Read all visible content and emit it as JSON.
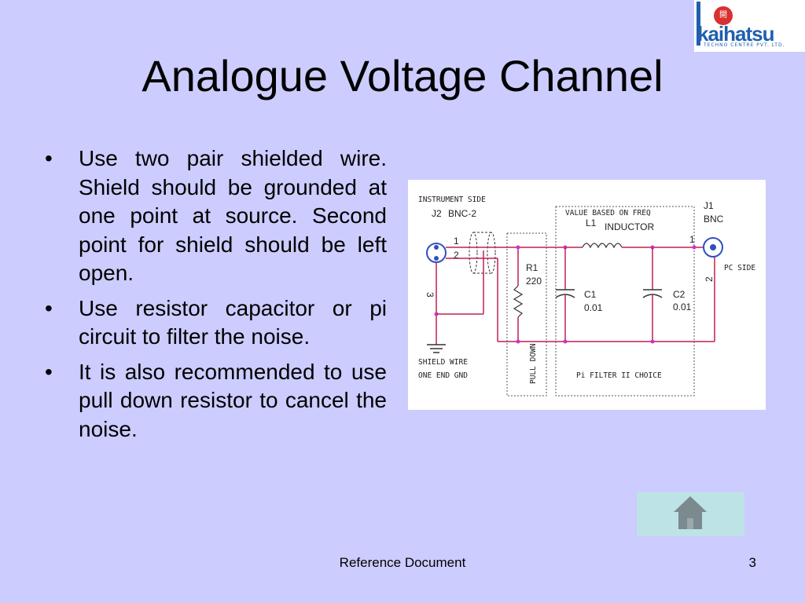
{
  "logo": {
    "seal": "開",
    "wordmark": "kaihatsu",
    "tagline": "TECHNO CENTRE PVT. LTD."
  },
  "slide": {
    "title": "Analogue Voltage Channel",
    "bullet_glyph": "•",
    "bullets": [
      "Use two pair shielded wire. Shield should be grounded at one point at source. Second point for shield should be left open.",
      "Use resistor capacitor or pi circuit to filter the noise.",
      "It is also recommended to use pull down resistor to cancel the noise."
    ]
  },
  "diagram": {
    "instrument_side": "INSTRUMENT SIDE",
    "j2": "J2",
    "bnc2": "BNC-2",
    "pin1": "1",
    "pin2": "2",
    "pin3": "3",
    "value_based": "VALUE BASED ON FREQ",
    "l1": "L1",
    "inductor": "INDUCTOR",
    "j1": "J1",
    "bnc": "BNC",
    "j1_pin1": "1",
    "j1_pin2": "2",
    "pc_side": "PC SIDE",
    "r1": "R1",
    "r1_value": "220",
    "c1": "C1",
    "c1_value": "0.01",
    "c2": "C2",
    "c2_value": "0.01",
    "pull_down": "PULL DOWN",
    "shield_wire": "SHIELD WIRE",
    "one_end_gnd": "ONE END GND",
    "pi_filter": "Pi FILTER II CHOICE"
  },
  "footer": {
    "center": "Reference Document",
    "page": "3"
  },
  "colors": {
    "background": "#ccccff",
    "logo_blue": "#1f5fb0",
    "wire": "#c02050",
    "node": "#cc33cc",
    "home_button": "#bde3e6",
    "home_icon": "#7a8a8e"
  }
}
